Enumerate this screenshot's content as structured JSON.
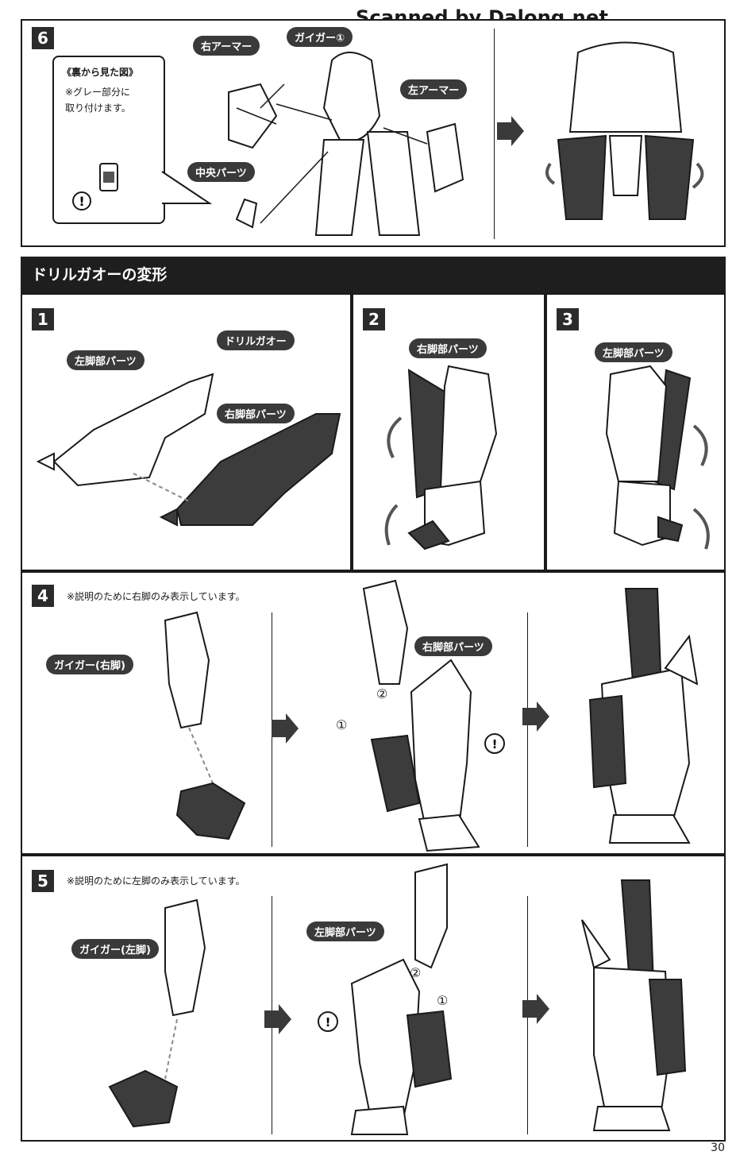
{
  "watermark": "Scanned by Dalong.net",
  "page_number": "30",
  "step6": {
    "number": "6",
    "callout_title": "《裏から見た図》",
    "callout_text": "※グレー部分に\n取り付けます。",
    "labels": {
      "right_armor": "右アーマー",
      "gaiger": "ガイガー①",
      "left_armor": "左アーマー",
      "center_part": "中央パーツ"
    }
  },
  "section": {
    "title": "ドリルガオーの変形"
  },
  "step1": {
    "number": "1",
    "labels": {
      "left_leg": "左脚部パーツ",
      "drill_gao": "ドリルガオー",
      "right_leg": "右脚部パーツ"
    }
  },
  "step2": {
    "number": "2",
    "label": "右脚部パーツ"
  },
  "step3": {
    "number": "3",
    "label": "左脚部パーツ"
  },
  "step4": {
    "number": "4",
    "note": "※説明のために右脚のみ表示しています。",
    "gaiger_label": "ガイガー(右脚)",
    "part_label": "右脚部パーツ",
    "mark1": "①",
    "mark2": "②"
  },
  "step5": {
    "number": "5",
    "note": "※説明のために左脚のみ表示しています。",
    "gaiger_label": "ガイガー(左脚)",
    "part_label": "左脚部パーツ",
    "mark1": "①",
    "mark2": "②"
  },
  "colors": {
    "dark_part": "#3c3c3c",
    "gray_arrow": "#666666",
    "ink": "#1a1a1a"
  }
}
